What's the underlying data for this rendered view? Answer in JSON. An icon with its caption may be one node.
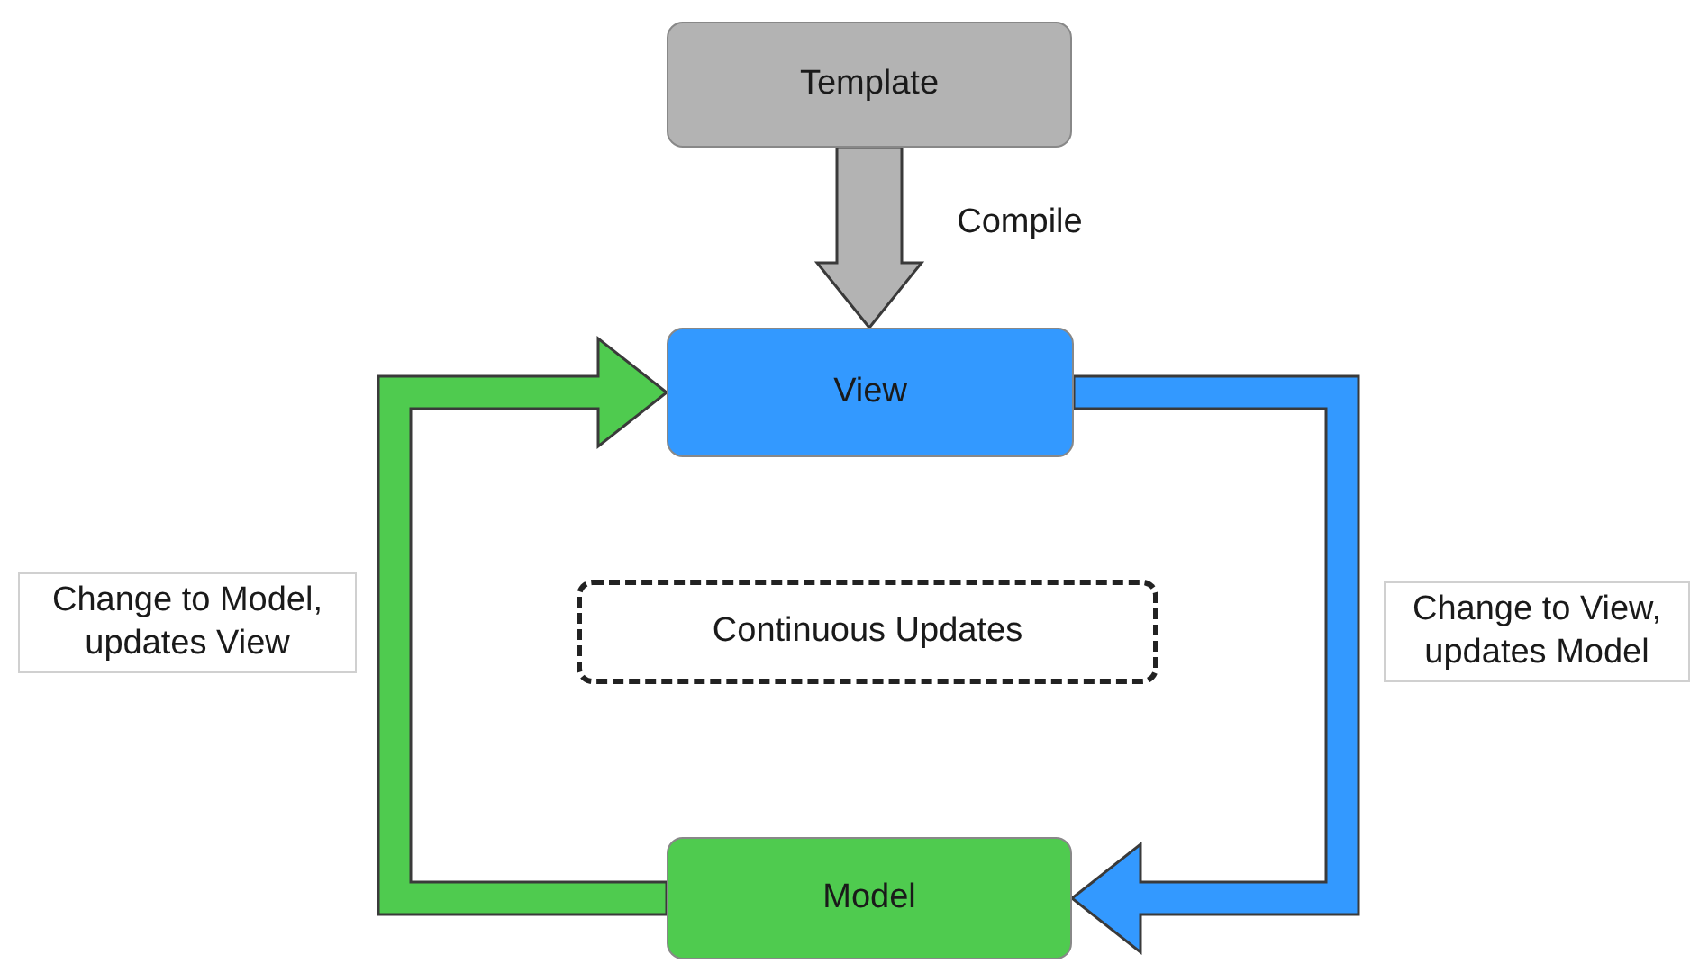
{
  "diagram": {
    "nodes": [
      {
        "text": [
          "Template"
        ]
      },
      {
        "text": [
          "View"
        ]
      },
      {
        "text": [
          "Continuous Updates"
        ]
      },
      {
        "text": [
          "Model"
        ]
      }
    ],
    "edges": [
      {
        "from": 0,
        "to": 1,
        "arrow": "to",
        "label": "Compile",
        "style": "thick",
        "color": "#b3b3b3"
      },
      {
        "from": 3,
        "to": 1,
        "arrow": "to",
        "style": "thick",
        "color": "#4fcb4f"
      },
      {
        "from": 1,
        "to": 3,
        "arrow": "to",
        "style": "thick",
        "color": "#3399ff"
      }
    ],
    "labels": [
      "Change to Model, updates View",
      "Change to View, updates Model"
    ]
  }
}
